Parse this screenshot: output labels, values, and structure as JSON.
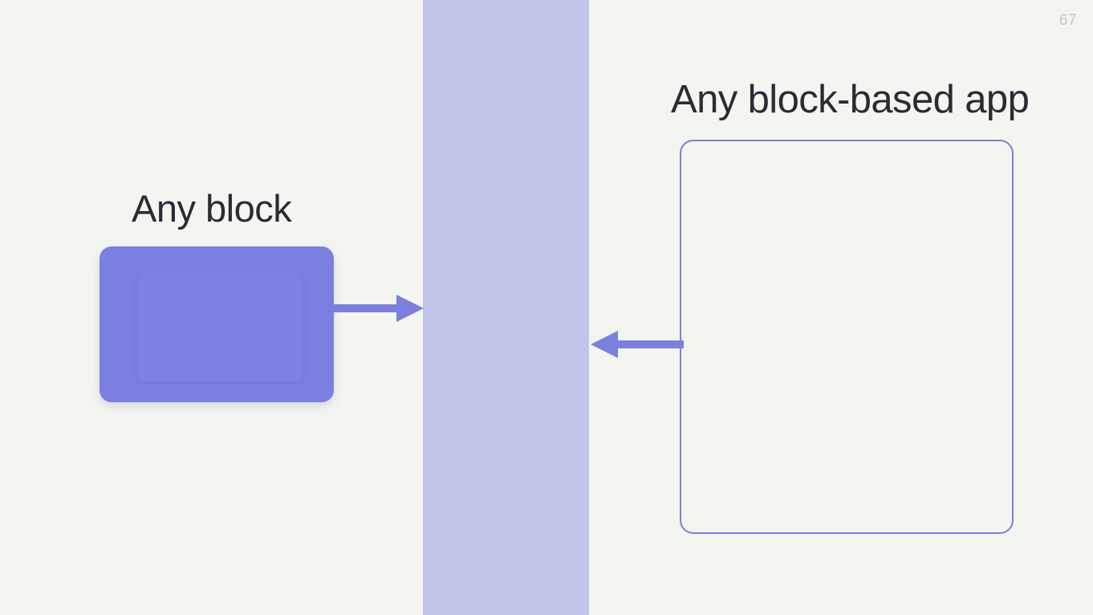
{
  "slide": {
    "page_number": "67",
    "background_color": "#f3f5f0",
    "band_color": "#c2c5ea",
    "accent_color": "#7b7fe2",
    "text_color": "#2b2b33"
  },
  "left": {
    "label": "Any block",
    "block_fill": "#7b7fe2",
    "arrow_direction": "right",
    "arrow_color": "#7b80dc"
  },
  "right": {
    "label": "Any block-based app",
    "card_border_color": "#7b7fdc",
    "arrow_direction": "left",
    "arrow_color": "#7b80dc"
  },
  "icons": {
    "arrow_right": "arrow-right-icon",
    "arrow_left": "arrow-left-icon"
  }
}
